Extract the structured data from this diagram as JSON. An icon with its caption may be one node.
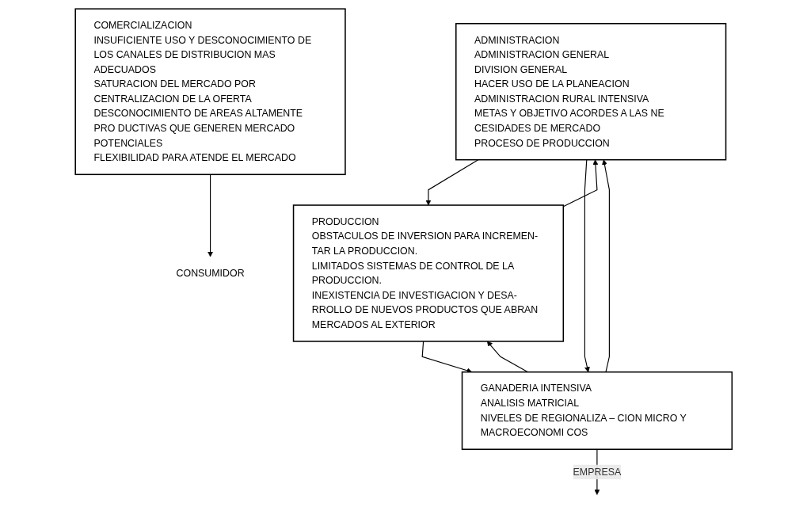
{
  "diagram": {
    "nodes": [
      {
        "text": [
          "ADMINISTRACION",
          "ADMINISTRACION GENERAL",
          "DIVISION GENERAL",
          "HACER USO DE LA PLANEACION",
          "ADMINISTRACION RURAL INTENSIVA",
          "METAS Y OBJETIVO ACORDES A LAS NE CESIDADES DE MERCADO",
          "PROCESO DE PRODUCCION"
        ]
      },
      {
        "text": [
          "PRODUCCION",
          "OBSTACULOS DE INVERSION PARA INCREMEN- TAR LA PRODUCCION.",
          "LIMITADOS SISTEMAS DE CONTROL DE LA PRODUCCION.",
          "INEXISTENCIA DE INVESTIGACION Y DESA- RROLLO DE NUEVOS PRODUCTOS QUE ABRAN MERCADOS AL EXTERIOR"
        ]
      },
      {
        "text": [
          "GANADERIA INTENSIVA",
          "ANALISIS MATRICIAL",
          "NIVELES DE REGIONALIZA – CION MICRO Y MACROECONOMI COS"
        ]
      },
      {
        "text": [
          "COMERCIALIZACION",
          "INSUFICIENTE USO Y DESCONOCIMIENTO DE LOS CANALES DE DISTRIBUCION MAS ADECUADOS",
          "SATURACION DEL MERCADO POR CENTRALIZACION DE LA OFERTA",
          "DESCONOCIMIENTO DE AREAS ALTAMENTE PRO DUCTIVAS QUE GENEREN MERCADO POTENCIALES",
          "FLEXIBILIDAD PARA ATENDE EL MERCADO"
        ]
      },
      {
        "text": [
          "CONSUMIDOR"
        ]
      }
    ],
    "edges": [
      {
        "from": 0,
        "to": 1,
        "arrow": "to"
      },
      {
        "from": 1,
        "to": 0,
        "arrow": "to"
      },
      {
        "from": 2,
        "to": 0,
        "arrow": "to"
      },
      {
        "from": 0,
        "to": 2,
        "arrow": "to"
      },
      {
        "from": 2,
        "to": 1,
        "arrow": "to"
      },
      {
        "from": 1,
        "to": 2,
        "arrow": "to"
      },
      {
        "from": 3,
        "to": 4,
        "arrow": "to"
      },
      {
        "from": 2,
        "to": null,
        "arrow": "to",
        "label": "EMPRESA"
      }
    ]
  }
}
